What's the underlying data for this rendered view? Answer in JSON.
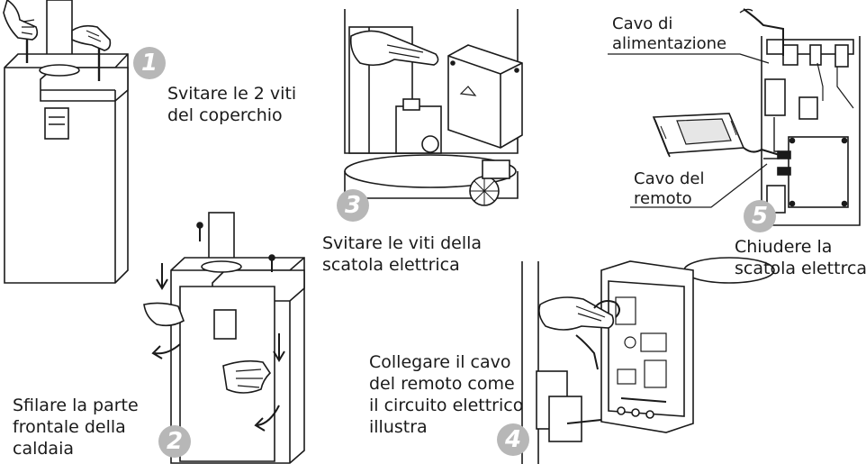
{
  "steps": [
    {
      "number": "1",
      "lines": [
        "Svitare le 2 viti",
        "del coperchio"
      ]
    },
    {
      "number": "2",
      "lines": [
        "Sfilare la parte",
        "frontale della",
        "caldaia"
      ]
    },
    {
      "number": "3",
      "lines": [
        "Svitare le viti della",
        "scatola elettrica"
      ]
    },
    {
      "number": "4",
      "lines": [
        "Collegare il cavo",
        "del remoto come",
        "il circuito elettrico",
        "illustra"
      ]
    },
    {
      "number": "5",
      "lines": [
        "Chiudere la",
        "scatola elettrca"
      ]
    }
  ],
  "callouts": {
    "power_cable": [
      "Cavo di",
      "alimentazione"
    ],
    "remote_cable": [
      "Cavo del",
      "remoto"
    ]
  },
  "colors": {
    "badge": "#b7b7b7",
    "line": "#1a1a1a",
    "text": "#1a1a1a"
  }
}
